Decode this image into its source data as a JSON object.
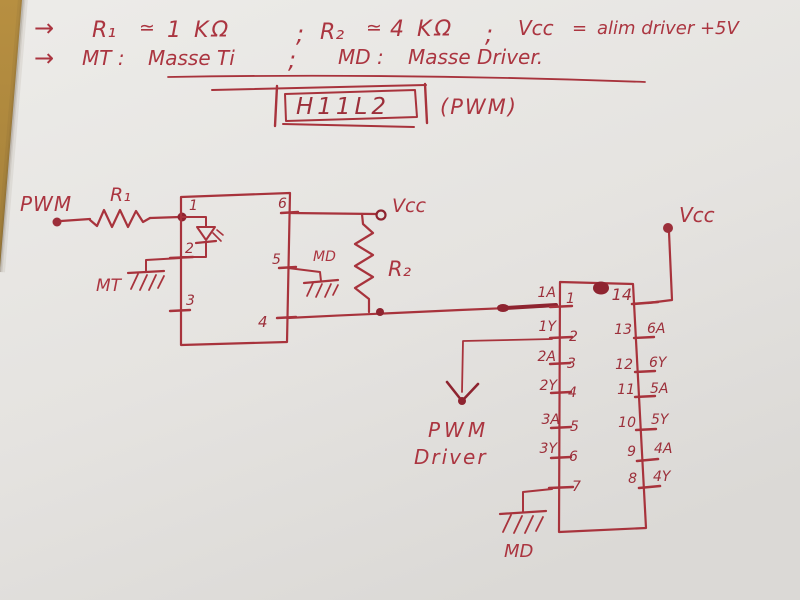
{
  "colors": {
    "ink": "#a8333c",
    "ink_dark": "#8e2430",
    "paper": "#e7e5e2",
    "desk": "#ab8539"
  },
  "notes": {
    "line1": {
      "arrow": "→",
      "r1_name": "R₁",
      "approx1": "≃",
      "r1_value": "1 KΩ",
      "sep1": ";",
      "r2_name": "R₂",
      "approx2": "≃",
      "r2_value": "4 KΩ",
      "sep2": ";",
      "vcc_name": "Vcc",
      "equals": "=",
      "vcc_value": "alim driver +5V"
    },
    "line2": {
      "arrow": "→",
      "mt_name": "MT :",
      "mt_value": "Masse Ti",
      "sep": ";",
      "md_name": "MD :",
      "md_value": "Masse Driver."
    },
    "title": {
      "part": "H11L2",
      "mode": "(PWM)"
    }
  },
  "schematic": {
    "pwm_input_label": "PWM",
    "r1_label": "R₁",
    "mt_ground_label": "MT",
    "optocoupler_pins": {
      "p1": "1",
      "p2": "2",
      "p3": "3",
      "p4": "4",
      "p5": "5",
      "p6": "6"
    },
    "vcc_left_label": "Vcc",
    "r2_label": "R₂",
    "md_ground_top_label": "MD",
    "driver_ic": {
      "pins_left": [
        {
          "num": "1",
          "label": "1A"
        },
        {
          "num": "2",
          "label": "1Y"
        },
        {
          "num": "3",
          "label": "2A"
        },
        {
          "num": "4",
          "label": "2Y"
        },
        {
          "num": "5",
          "label": "3A"
        },
        {
          "num": "6",
          "label": "3Y"
        },
        {
          "num": "7",
          "label": ""
        }
      ],
      "pins_right": [
        {
          "num": "14",
          "label": ""
        },
        {
          "num": "13",
          "label": "6A"
        },
        {
          "num": "12",
          "label": "6Y"
        },
        {
          "num": "11",
          "label": "5A"
        },
        {
          "num": "10",
          "label": "5Y"
        },
        {
          "num": "9",
          "label": "4A"
        },
        {
          "num": "8",
          "label": "4Y"
        }
      ]
    },
    "vcc_right_label": "Vcc",
    "pwm_driver_label": {
      "line1": "PWM",
      "line2": "Driver"
    },
    "md_ground_bottom_label": "MD"
  }
}
